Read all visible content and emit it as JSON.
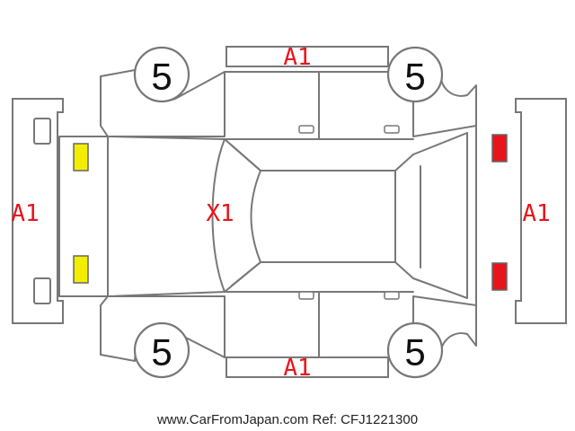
{
  "colors": {
    "damage_code": "#e8141b",
    "front_lamp": "#f2ee00",
    "rear_lamp": "#e8141b",
    "outline": "#777777"
  },
  "wheels": {
    "front_left": "5",
    "rear_left": "5",
    "front_right": "5",
    "rear_right": "5"
  },
  "damage_marks": {
    "top_panel": "A1",
    "bottom_panel": "A1",
    "front_bumper": "A1",
    "rear_bumper": "A1",
    "roof": "X1"
  },
  "footer": {
    "watermark": "www.CarFromJapan.com Ref: CFJ1221300"
  }
}
